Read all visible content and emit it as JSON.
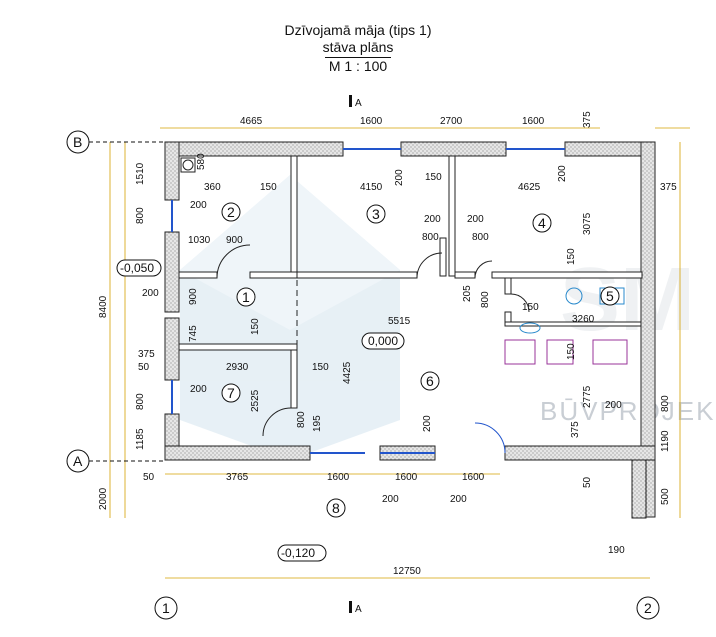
{
  "title": {
    "line1": "Dzīvojamā māja (tips 1)",
    "line2": "stāva plāns",
    "scale": "M 1 : 100"
  },
  "section_mark": "A",
  "axes": {
    "B": "B",
    "A": "A",
    "one": "1",
    "two": "2"
  },
  "levels": {
    "entrance": "-0,050",
    "floor": "0,000",
    "terrace": "-0,120"
  },
  "rooms": [
    "1",
    "2",
    "3",
    "4",
    "5",
    "6",
    "7",
    "8"
  ],
  "watermark": "BŪVPROJEK",
  "dimensions": {
    "top_chain": [
      "4665",
      "1600",
      "2700",
      "1600",
      "375"
    ],
    "left_overall": "8400",
    "left_chain": [
      "1510",
      "800",
      "375",
      "50",
      "800",
      "1185",
      "2000"
    ],
    "bottom_overall": "12750",
    "bottom_chain": [
      "50",
      "3765",
      "1600",
      "1600",
      "1600"
    ],
    "right_chain": [
      "375",
      "3075",
      "800",
      "1190",
      "500"
    ],
    "interior": {
      "d580": "580",
      "d360": "360",
      "d200a": "200",
      "d150a": "150",
      "d4150": "4150",
      "d200b": "200",
      "d150b": "150",
      "d4625": "4625",
      "d200c": "200",
      "d1030": "1030",
      "d900a": "900",
      "d200d": "200",
      "d800a": "800",
      "d200e": "200",
      "d800b": "800",
      "d150c": "150",
      "d200f": "200",
      "d900b": "900",
      "d205": "205",
      "d800c": "800",
      "d150d": "150",
      "d5515": "5515",
      "d3260": "3260",
      "d745": "745",
      "d150e": "150",
      "d2930": "2930",
      "d150f": "150",
      "d4425": "4425",
      "d150g": "150",
      "d200g": "200",
      "d2525": "2525",
      "d2775": "2775",
      "d200h": "200",
      "d800d": "800",
      "d195": "195",
      "d200i": "200",
      "d375": "375",
      "d50": "50",
      "d200j": "200",
      "d200k": "200",
      "d190": "190"
    }
  },
  "colors": {
    "wall_hatch": "#999999",
    "window": "#2255cc",
    "watermark": "#d7e4ec",
    "fixtures": "#993399"
  }
}
